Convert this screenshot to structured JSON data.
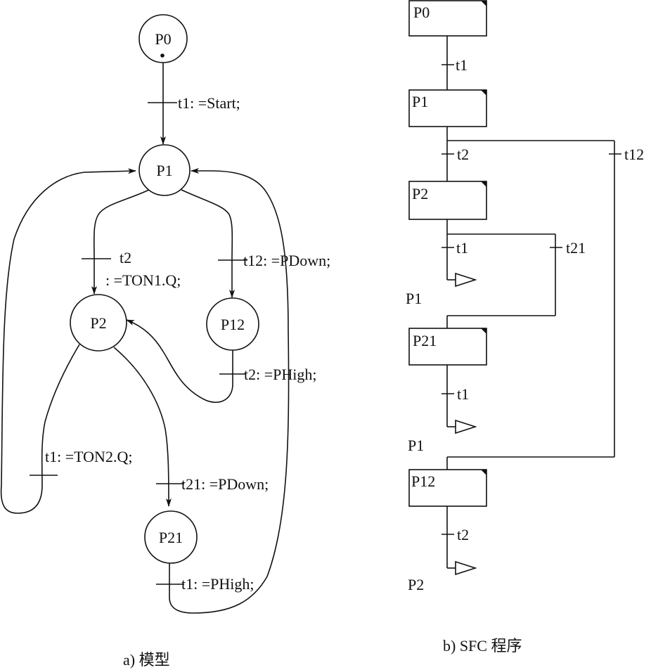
{
  "model": {
    "places": {
      "p0": "P0",
      "p1": "P1",
      "p2": "P2",
      "p12": "P12",
      "p21": "P21"
    },
    "transitions": {
      "start": "t1: =Start;",
      "t2_name": "t2",
      "t2_cond": ": =TON1.Q;",
      "t12": "t12: =PDown;",
      "t2_phigh": "t2: =PHigh;",
      "t1_ton2": "t1: =TON2.Q;",
      "t21": "t21: =PDown;",
      "t1_phigh": "t1: =PHigh;"
    },
    "caption": "a) 模型"
  },
  "sfc": {
    "steps": {
      "p0": "P0",
      "p1": "P1",
      "p2": "P2",
      "p21": "P21",
      "p12": "P12"
    },
    "transitions": {
      "t1_a": "t1",
      "t2_a": "t2",
      "t12": "t12",
      "t1_b": "t1",
      "t21": "t21",
      "t1_c": "t1",
      "t2_b": "t2"
    },
    "jumps": {
      "j1": "P1",
      "j2": "P1",
      "j3": "P2"
    },
    "caption": "b) SFC 程序"
  }
}
